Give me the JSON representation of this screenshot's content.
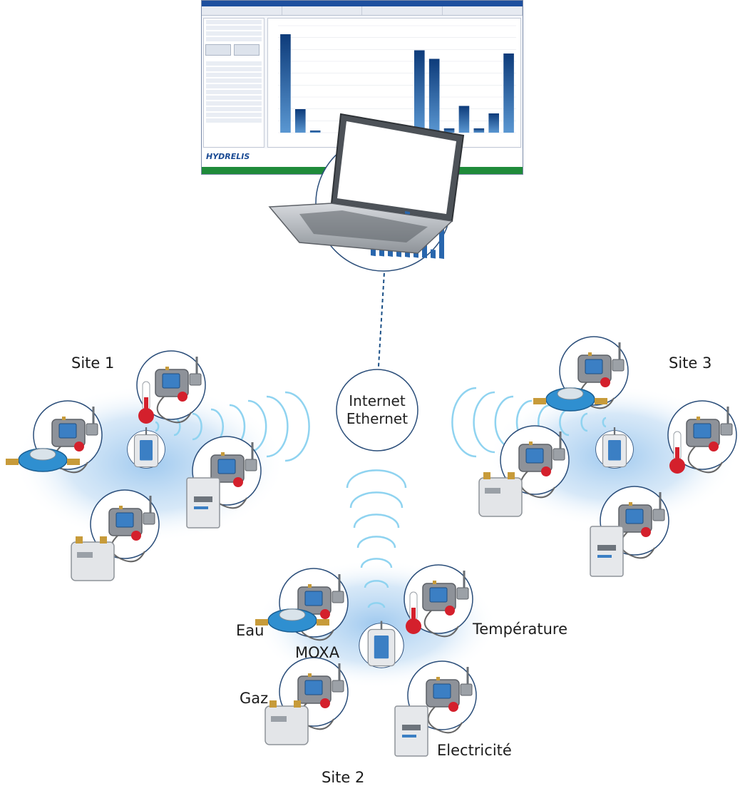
{
  "labels": {
    "site1": "Site 1",
    "site2": "Site 2",
    "site3": "Site 3",
    "internet": "Internet",
    "ethernet": "Ethernet",
    "eau": "Eau",
    "moxa": "MOXA",
    "gaz": "Gaz",
    "temperature": "Température",
    "electricite": "Electricité"
  },
  "app": {
    "logo": "HYDRELIS",
    "bar_values": [
      92,
      22,
      2,
      0,
      0,
      0,
      0,
      0,
      0,
      77,
      69,
      4,
      25,
      4,
      18,
      74
    ]
  },
  "colors": {
    "halo": "#a9cbec",
    "wave": "#8fd3f0",
    "bar_top": "#0d3b7a",
    "bar_bottom": "#5a97d2",
    "meter_body": "#8e9299",
    "meter_screen": "#3b7fc4",
    "water_meter": "#2f8fd0",
    "thermo": "#d4202c",
    "link": "#1a4f86"
  }
}
